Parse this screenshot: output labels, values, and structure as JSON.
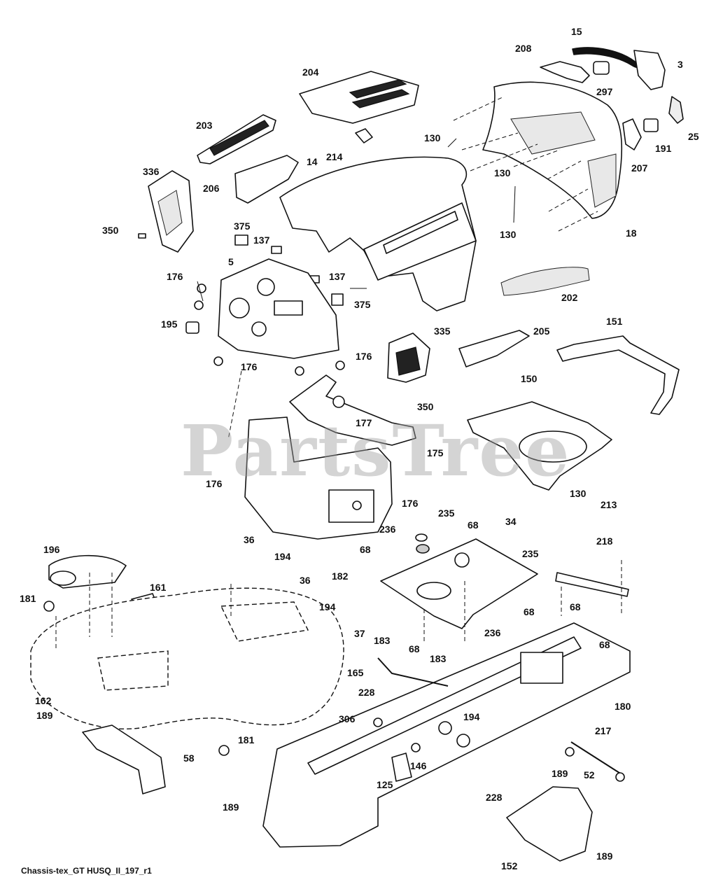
{
  "diagram": {
    "caption": "Chassis-tex_GT HUSQ_II_197_r1",
    "watermark": "PartsTree",
    "callouts": [
      {
        "id": "c15",
        "text": "15"
      },
      {
        "id": "c208",
        "text": "208"
      },
      {
        "id": "c3",
        "text": "3"
      },
      {
        "id": "c297",
        "text": "297"
      },
      {
        "id": "c204",
        "text": "204"
      },
      {
        "id": "c130a",
        "text": "130"
      },
      {
        "id": "c25",
        "text": "25"
      },
      {
        "id": "c191",
        "text": "191"
      },
      {
        "id": "c203",
        "text": "203"
      },
      {
        "id": "c214",
        "text": "214"
      },
      {
        "id": "c14",
        "text": "14"
      },
      {
        "id": "c130b",
        "text": "130"
      },
      {
        "id": "c207",
        "text": "207"
      },
      {
        "id": "c336",
        "text": "336"
      },
      {
        "id": "c206",
        "text": "206"
      },
      {
        "id": "c350a",
        "text": "350"
      },
      {
        "id": "c375a",
        "text": "375"
      },
      {
        "id": "c137a",
        "text": "137"
      },
      {
        "id": "c130c",
        "text": "130"
      },
      {
        "id": "c18",
        "text": "18"
      },
      {
        "id": "c5",
        "text": "5"
      },
      {
        "id": "c137b",
        "text": "137"
      },
      {
        "id": "c176a",
        "text": "176"
      },
      {
        "id": "c375b",
        "text": "375"
      },
      {
        "id": "c202",
        "text": "202"
      },
      {
        "id": "c195",
        "text": "195"
      },
      {
        "id": "c335",
        "text": "335"
      },
      {
        "id": "c205",
        "text": "205"
      },
      {
        "id": "c151",
        "text": "151"
      },
      {
        "id": "c176b",
        "text": "176"
      },
      {
        "id": "c176c",
        "text": "176"
      },
      {
        "id": "c150",
        "text": "150"
      },
      {
        "id": "c350b",
        "text": "350"
      },
      {
        "id": "c177",
        "text": "177"
      },
      {
        "id": "c175",
        "text": "175"
      },
      {
        "id": "c176d",
        "text": "176"
      },
      {
        "id": "c176e",
        "text": "176"
      },
      {
        "id": "c130d",
        "text": "130"
      },
      {
        "id": "c213",
        "text": "213"
      },
      {
        "id": "c235a",
        "text": "235"
      },
      {
        "id": "c68a",
        "text": "68"
      },
      {
        "id": "c34",
        "text": "34"
      },
      {
        "id": "c236a",
        "text": "236"
      },
      {
        "id": "c36a",
        "text": "36"
      },
      {
        "id": "c218",
        "text": "218"
      },
      {
        "id": "c196",
        "text": "196"
      },
      {
        "id": "c194a",
        "text": "194"
      },
      {
        "id": "c68b",
        "text": "68"
      },
      {
        "id": "c235b",
        "text": "235"
      },
      {
        "id": "c182",
        "text": "182"
      },
      {
        "id": "c36b",
        "text": "36"
      },
      {
        "id": "c161",
        "text": "161"
      },
      {
        "id": "c181a",
        "text": "181"
      },
      {
        "id": "c68c",
        "text": "68"
      },
      {
        "id": "c194b",
        "text": "194"
      },
      {
        "id": "c68d",
        "text": "68"
      },
      {
        "id": "c183a",
        "text": "183"
      },
      {
        "id": "c37",
        "text": "37"
      },
      {
        "id": "c236b",
        "text": "236"
      },
      {
        "id": "c68e",
        "text": "68"
      },
      {
        "id": "c68f",
        "text": "68"
      },
      {
        "id": "c183b",
        "text": "183"
      },
      {
        "id": "c165",
        "text": "165"
      },
      {
        "id": "c162",
        "text": "162"
      },
      {
        "id": "c228a",
        "text": "228"
      },
      {
        "id": "c180",
        "text": "180"
      },
      {
        "id": "c189a",
        "text": "189"
      },
      {
        "id": "c306",
        "text": "306"
      },
      {
        "id": "c194c",
        "text": "194"
      },
      {
        "id": "c217",
        "text": "217"
      },
      {
        "id": "c181b",
        "text": "181"
      },
      {
        "id": "c58",
        "text": "58"
      },
      {
        "id": "c146",
        "text": "146"
      },
      {
        "id": "c125",
        "text": "125"
      },
      {
        "id": "c52",
        "text": "52"
      },
      {
        "id": "c189b",
        "text": "189"
      },
      {
        "id": "c228b",
        "text": "228"
      },
      {
        "id": "c189c",
        "text": "189"
      },
      {
        "id": "c189d",
        "text": "189"
      },
      {
        "id": "c152",
        "text": "152"
      }
    ]
  }
}
